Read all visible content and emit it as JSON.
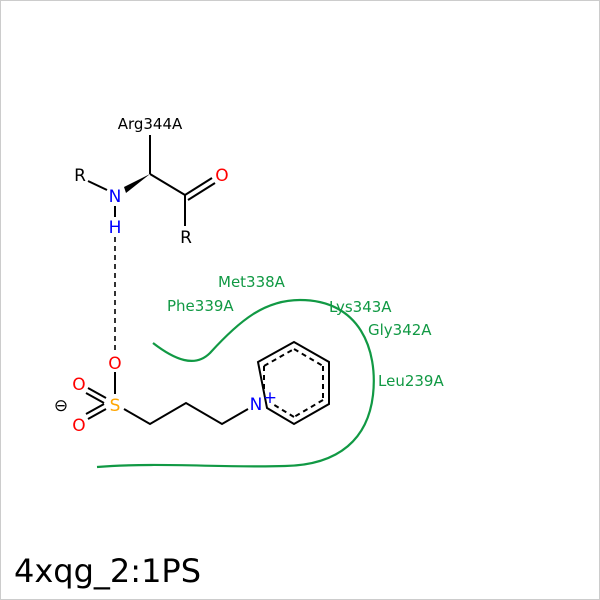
{
  "title": "4xqg_2:1PS",
  "colors": {
    "bond": "#000000",
    "nitrogen": "#0000ff",
    "oxygen": "#ff0000",
    "sulfur": "#ffa500",
    "hydrophobic": "#119944",
    "frame": "#cccccc"
  },
  "residue_top": "Arg344A",
  "atoms": {
    "r1": "R",
    "r2": "R",
    "n_amide": "N",
    "h_amide": "H",
    "o_carbonyl": "O",
    "o_hbond": "O",
    "o_sulf_1": "O",
    "o_sulf_2": "O",
    "s": "S",
    "n_pyridinium": "N",
    "plus_charge": "+",
    "minus_charge": "⊖"
  },
  "hydrophobic_residues": [
    "Met338A",
    "Phe339A",
    "Lys343A",
    "Gly342A",
    "Leu239A"
  ]
}
